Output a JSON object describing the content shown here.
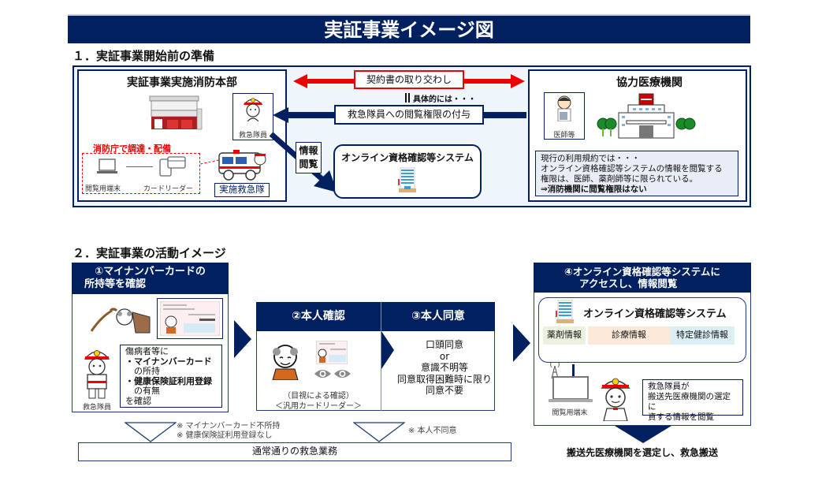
{
  "title": "実証事業イメージ図",
  "section1": {
    "heading": "１．実証事業開始前の準備",
    "fire_hq": {
      "title": "実証事業実施消防本部",
      "paramedic_label": "救急隊員",
      "procured_label": "消防庁で調達・配備",
      "device_terminal": "閲覧用端末",
      "device_reader": "カードリーダー",
      "ambulance_team": "実施救急隊"
    },
    "contract_label": "契約書の取り交わし",
    "specifically_label": "具体的には・・・",
    "permission_label": "救急隊員への閲覧権限の付与",
    "info_view_label_1": "情報",
    "info_view_label_2": "閲覧",
    "system_label": "オンライン資格確認等システム",
    "hospital": {
      "title": "協力医療機関",
      "doctor_label": "医師等",
      "note_lines": [
        "現行の利用規約では・・・",
        "オンライン資格確認等システムの情報を閲覧する",
        "権限は、医師、薬剤師等に限られている。",
        "⇒消防機関に閲覧権限はない"
      ]
    }
  },
  "section2": {
    "heading": "２．実証事業の活動イメージ",
    "step1": {
      "title_line1": "①マイナンバーカードの",
      "title_line2": "所持等を確認",
      "paramedic_label": "救急隊員",
      "speech_lines": [
        "傷病者等に",
        "・マイナンバーカード",
        "　の所持",
        "・健康保険証利用登録",
        "　の有無",
        "を確認"
      ]
    },
    "step2": {
      "title": "②本人確認",
      "caption_line1": "（目視による確認）",
      "caption_line2": "＜汎用カードリーダー＞"
    },
    "step3": {
      "title": "③本人同意",
      "lines": [
        "口頭同意",
        "or",
        "意識不明等",
        "同意取得困難時に限り",
        "同意不要"
      ]
    },
    "step4": {
      "title_line1": "④オンライン資格確認等システムに",
      "title_line2": "アクセスし、情報閲覧",
      "system_label": "オンライン資格確認等システム",
      "info_tags": [
        "薬剤情報",
        "診療情報",
        "特定健診情報"
      ],
      "terminal_label": "閲覧用端末",
      "speech_lines": [
        "救急隊員が",
        "搬送先医療機関の選定に",
        "資する情報を閲覧"
      ]
    },
    "branch_notes_1": [
      "※ マイナンバーカード不所持",
      "※ 健康保険証利用登録なし"
    ],
    "branch_notes_2": "※ 本人不同意",
    "normal_work_label": "通常通りの救急業務",
    "final_label": "搬送先医療機関を選定し、救急搬送"
  },
  "colors": {
    "navy": "#002060",
    "red": "#e00000",
    "light_blue_bg": "#eef6fb",
    "tag_green": "#ebf1de",
    "tag_peach": "#fde9d9",
    "tag_blue": "#dbeef4"
  }
}
